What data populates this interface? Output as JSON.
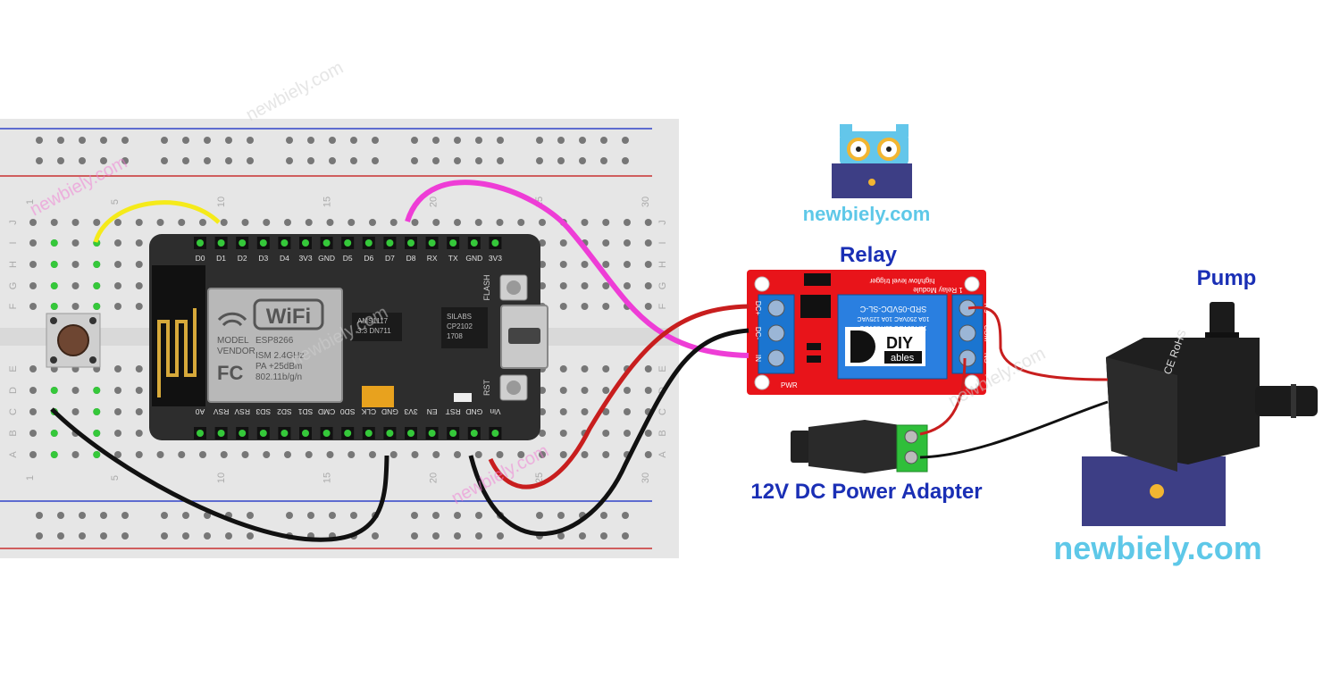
{
  "labels": {
    "relay": "Relay",
    "pump": "Pump",
    "adapter": "12V DC Power Adapter",
    "brand_small": "newbiely.com",
    "brand_large": "newbiely.com"
  },
  "watermark": "newbiely.com",
  "board": {
    "top_pins": [
      "D0",
      "D1",
      "D2",
      "D3",
      "D4",
      "3V3",
      "GND",
      "D5",
      "D6",
      "D7",
      "D8",
      "RX",
      "TX",
      "GND",
      "3V3"
    ],
    "bottom_pins": [
      "A0",
      "RSV",
      "RSV",
      "SD3",
      "SD2",
      "SD1",
      "CMD",
      "SD0",
      "CLK",
      "GND",
      "3V3",
      "EN",
      "RST",
      "GND",
      "Vin"
    ],
    "wifi": "WiFi",
    "module_lines": [
      "MODEL",
      "VENDOR"
    ],
    "chip_text": [
      "ESP8266",
      "ISM 2.4GHz",
      "PA +25dBm",
      "802.11b/g/n"
    ],
    "regulator": [
      "AMS1117",
      "3.3  DN711"
    ],
    "usb_chip": [
      "SILABS",
      "CP2102",
      "1708"
    ],
    "flash": "FLASH",
    "rst": "RST"
  },
  "breadboard": {
    "columns": [
      "1",
      "5",
      "10",
      "15",
      "20",
      "25",
      "30"
    ],
    "rows": [
      "J",
      "I",
      "H",
      "G",
      "F",
      "E",
      "D",
      "C",
      "B",
      "A"
    ]
  },
  "relay_module": {
    "left_pins": [
      "DC+",
      "DC-",
      "IN"
    ],
    "right_pins": [
      "NC",
      "COM",
      "NO"
    ],
    "diy": "DIY",
    "ables": "ables",
    "header": [
      "1 Relay Module",
      "high/low level trigger"
    ],
    "relay_text": [
      "SRD-05VDC-SL-C",
      "10A 250VAC 10A 125VAC",
      "10A 30VDC 10A 28VDC"
    ],
    "pwr": "PWR"
  },
  "pump_text": "CE RoHS",
  "colors": {
    "brand": "#5ec8e8",
    "label": "#1a2fb5",
    "wire_yellow": "#f5ea1a",
    "wire_magenta": "#ee3dd6",
    "wire_red": "#c81e1e",
    "wire_black": "#111111",
    "board_dark": "#2d2d2d",
    "relay_red": "#e8141a",
    "relay_blue": "#1b75d0",
    "terminal_green": "#2fbf3a",
    "pin_green": "#35c83a",
    "owl_body": "#3d3e85",
    "owl_face": "#63c6ea",
    "owl_glasses": "#f2b531"
  }
}
